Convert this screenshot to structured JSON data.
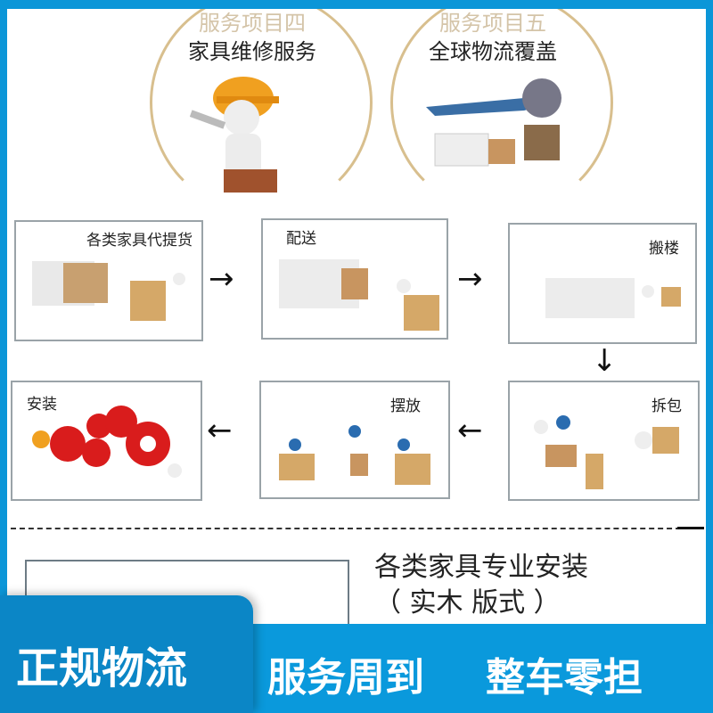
{
  "services": [
    {
      "title": "服务项目四",
      "subtitle": "家具维修服务"
    },
    {
      "title": "服务项目五",
      "subtitle": "全球物流覆盖"
    }
  ],
  "steps": [
    {
      "label": "各类家具代提货"
    },
    {
      "label": "配送"
    },
    {
      "label": "搬楼"
    },
    {
      "label": "拆包"
    },
    {
      "label": "摆放"
    },
    {
      "label": "安装"
    }
  ],
  "arrows": {
    "right": "→",
    "down": "↓",
    "left": "←"
  },
  "install": {
    "line1": "各类家具专业安装",
    "line2": "（ 实木   版式 ）"
  },
  "banner": {
    "tag": "正规物流",
    "slogan1": "服务周到",
    "slogan2": "整车零担"
  },
  "colors": {
    "brand_blue": "#0a99dc",
    "tab_blue": "#0b86c6",
    "gold": "#d8bf8e"
  }
}
